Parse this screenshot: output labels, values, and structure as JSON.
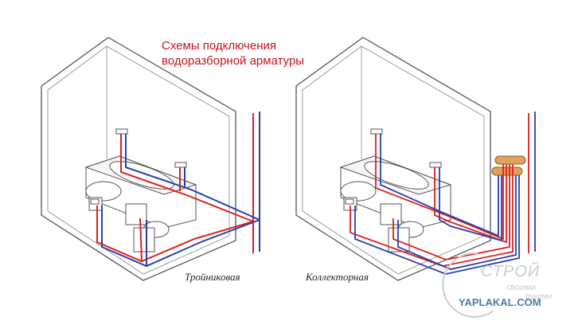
{
  "title": {
    "line1": "Схемы подключения",
    "line2": "водоразборной арматуры"
  },
  "labels": {
    "left": "Тройниковая",
    "right": "Коллекторная"
  },
  "watermark": {
    "logo_text": "СТРОЙ",
    "logo_sub1": "своими",
    "logo_sub2": "руками",
    "site": "YAPLAKAL.COM"
  },
  "colors": {
    "hot": "#e0201e",
    "cold": "#2a3fa8",
    "room_line": "#555555",
    "title": "#c4161c",
    "manifold": "#e0a25a"
  }
}
